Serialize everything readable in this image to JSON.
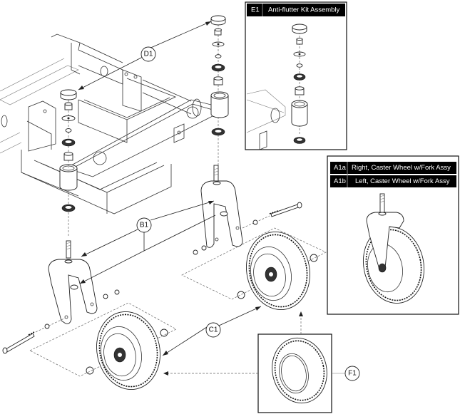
{
  "diagram": {
    "type": "exploded-parts-view",
    "subject": "Caster wheel, fork and anti-flutter kit assembly on power chair frame",
    "callouts": [
      {
        "id": "D1",
        "label": "D1"
      },
      {
        "id": "B1",
        "label": "B1"
      },
      {
        "id": "C1",
        "label": "C1"
      },
      {
        "id": "F1",
        "label": "F1"
      }
    ],
    "insets": {
      "anti_flutter": {
        "rows": [
          {
            "code": "E1",
            "description": "Anti-flutter Kit Assembly"
          }
        ]
      },
      "caster_assy": {
        "rows": [
          {
            "code": "A1a",
            "description": "Right, Caster Wheel w/Fork Assy"
          },
          {
            "code": "A1b",
            "description": "Left, Caster Wheel w/Fork Assy"
          }
        ]
      },
      "tire": {
        "label": "F1"
      }
    },
    "components": [
      "dust-cap",
      "lock-nut",
      "washer",
      "small-washer",
      "bearing",
      "spacer",
      "caster-housing",
      "lower-bearing",
      "fork",
      "fork-stem",
      "axle-bolt",
      "caster-wheel",
      "tire",
      "frame"
    ]
  }
}
